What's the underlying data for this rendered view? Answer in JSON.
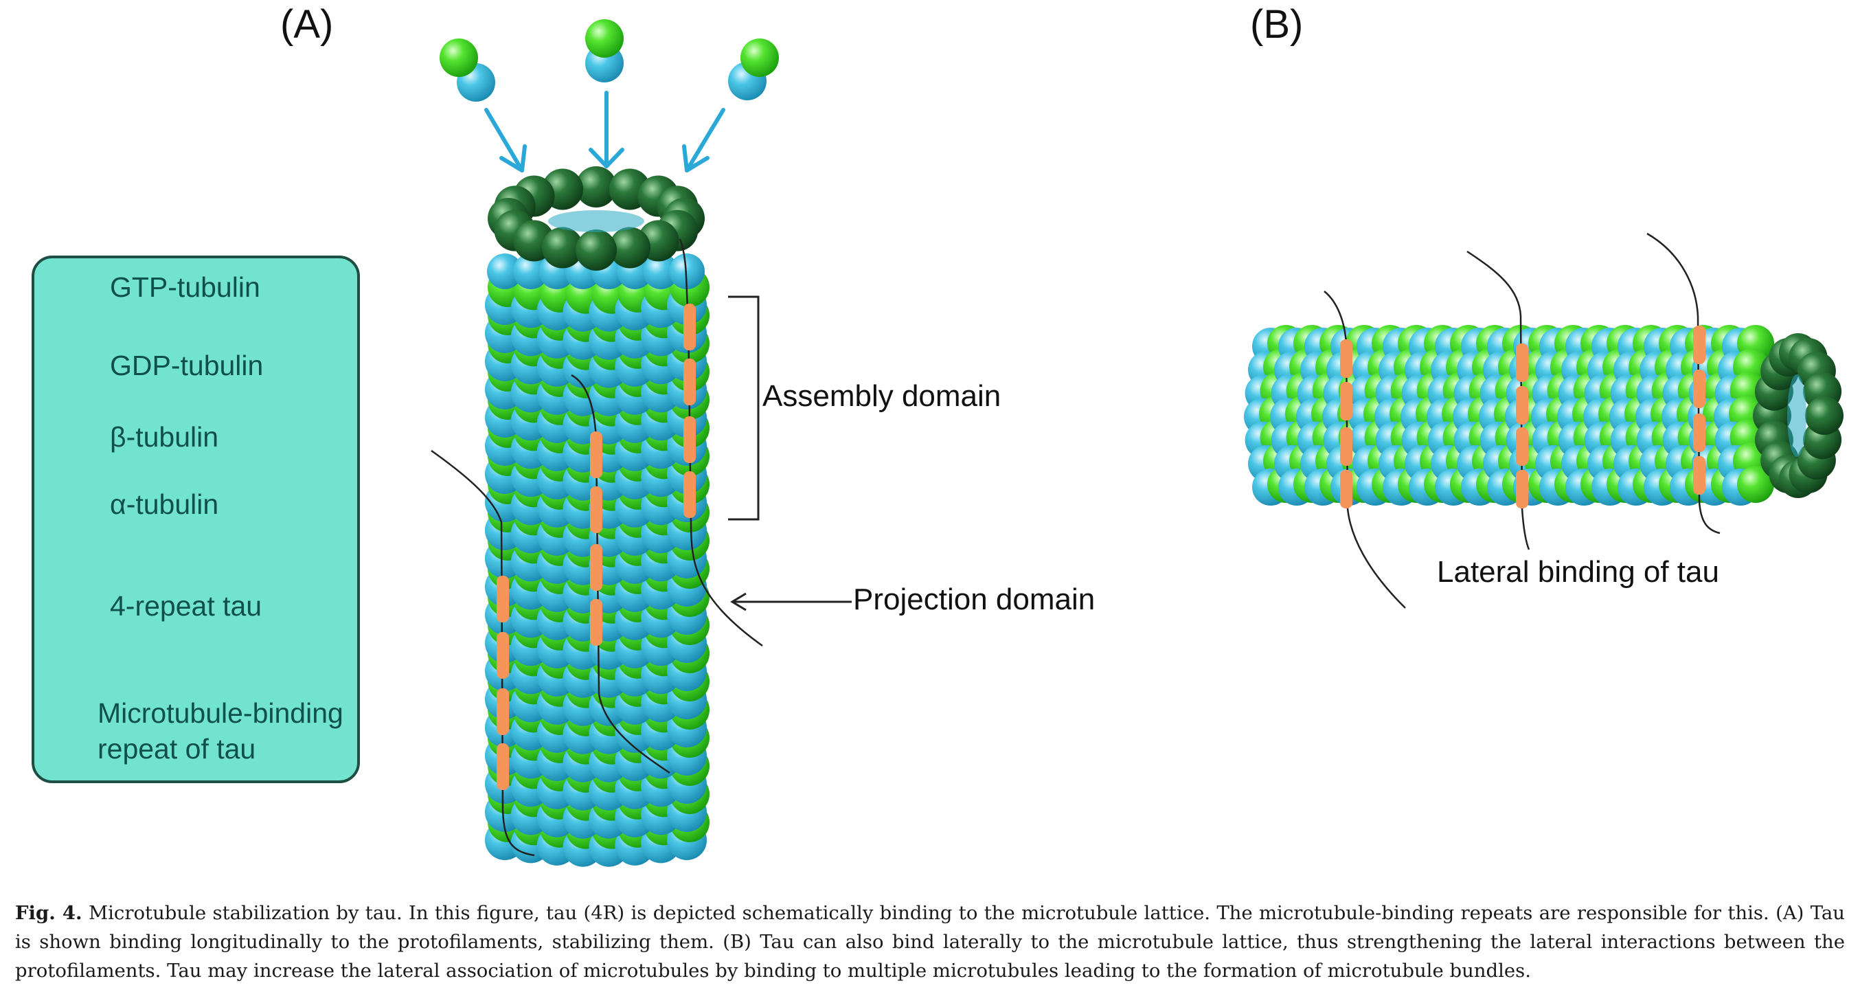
{
  "panels": {
    "a_label": "(A)",
    "b_label": "(B)"
  },
  "legend": {
    "items": [
      {
        "icon": "gtp-tubulin-icon",
        "label": "GTP-tubulin"
      },
      {
        "icon": "gdp-tubulin-icon",
        "label": "GDP-tubulin"
      },
      {
        "icon": "beta-tubulin-icon",
        "label": "β-tubulin"
      },
      {
        "icon": "alpha-tubulin-icon",
        "label": "α-tubulin"
      },
      {
        "icon": "four-repeat-tau-icon",
        "label": "4-repeat tau"
      },
      {
        "icon": "binding-repeat-icon",
        "label_line1": "Microtubule-binding",
        "label_line2": "repeat of tau"
      }
    ]
  },
  "annotations": {
    "assembly_domain": "Assembly domain",
    "projection_domain": "Projection domain",
    "lateral_binding": "Lateral binding of tau"
  },
  "caption": {
    "label": "Fig. 4.",
    "text": "Microtubule stabilization by tau. In this figure, tau (4R) is depicted schematically binding to the microtubule lattice. The microtubule-binding repeats are responsible for this. (A) Tau is shown binding longitudinally to the protofilaments, stabilizing them. (B) Tau can also bind laterally to the microtubule lattice, thus strengthening the lateral interactions between the protofilaments. Tau may increase the lateral association of microtubules by binding to multiple microtubules leading to the formation of microtubule bundles."
  },
  "colors": {
    "gtp_tubulin": "#1f5a2c",
    "beta_tubulin": "#3cd11f",
    "alpha_tubulin": "#33b6d8",
    "tau_repeat": "#f5955a",
    "legend_bg": "#72e3cf",
    "arrow": "#2aa8d8"
  }
}
